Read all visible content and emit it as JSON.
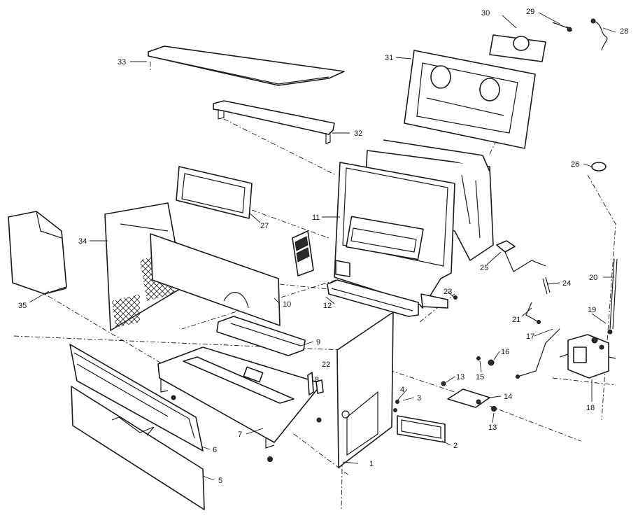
{
  "callouts": {
    "c1": "1",
    "c2": "2",
    "c3": "3",
    "c4": "4",
    "c5": "5",
    "c6": "6",
    "c7": "7",
    "c8": "8",
    "c9": "9",
    "c10": "10",
    "c11": "11",
    "c12": "12",
    "c13a": "13",
    "c13b": "13",
    "c14": "14",
    "c15": "15",
    "c16": "16",
    "c17": "17",
    "c18": "18",
    "c19": "19",
    "c20": "20",
    "c21": "21",
    "c22": "22",
    "c23": "23",
    "c24": "24",
    "c25": "25",
    "c26": "26",
    "c27": "27",
    "c28": "28",
    "c29": "29",
    "c30": "30",
    "c31": "31",
    "c32": "32",
    "c33": "33",
    "c34": "34",
    "c35": "35"
  },
  "colors": {
    "ink": "#1a1a1a",
    "paper": "#ffffff"
  }
}
